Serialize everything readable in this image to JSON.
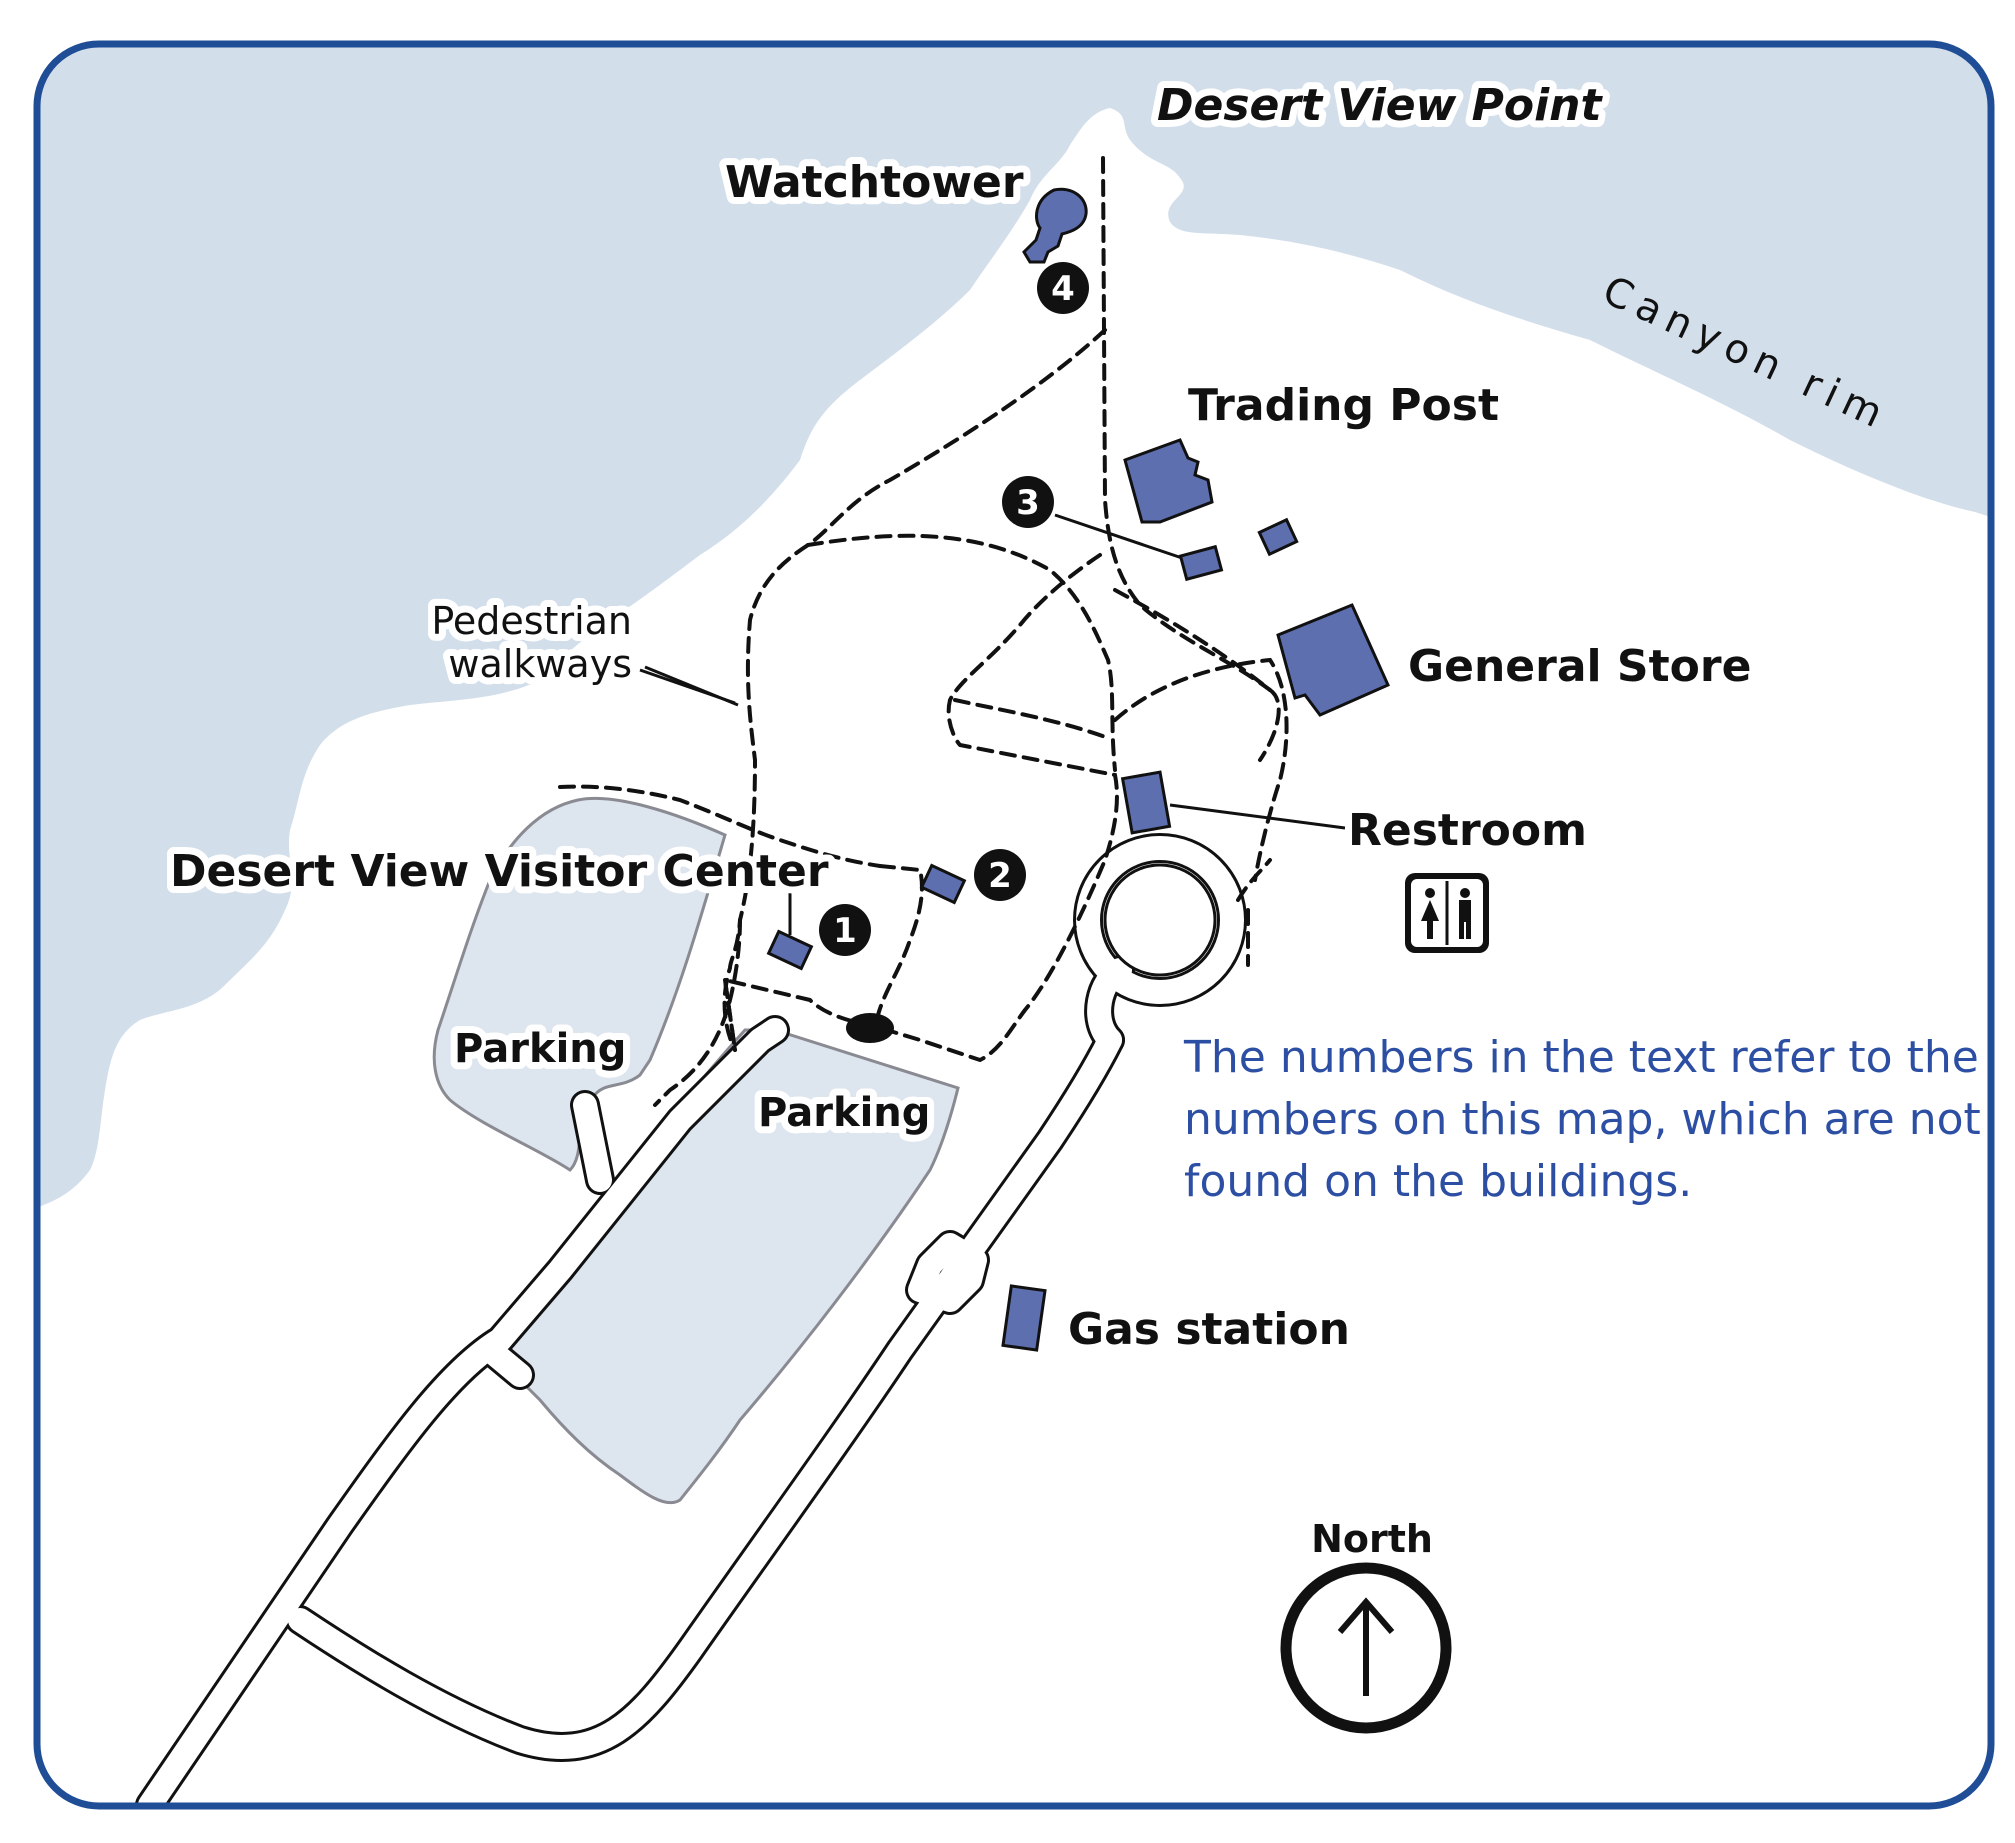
{
  "colors": {
    "frame": "#1f4e96",
    "canyon": "#d3deeb",
    "parking": "#dde5ef",
    "building": "#5d6fae",
    "note_text": "#2d4fa3"
  },
  "labels": {
    "desert_view_point": "Desert View Point",
    "watchtower": "Watchtower",
    "canyon_rim": "Canyon rim",
    "trading_post": "Trading Post",
    "general_store": "General Store",
    "restroom": "Restroom",
    "visitor_center": "Desert View Visitor Center",
    "pedestrian_line1": "Pedestrian",
    "pedestrian_line2": "walkways",
    "parking_west": "Parking",
    "parking_east": "Parking",
    "gas_station": "Gas station",
    "north": "North"
  },
  "markers": [
    "1",
    "2",
    "3",
    "4"
  ],
  "note": {
    "line1": "The numbers in the text refer to the",
    "line2": "numbers on this map, which are not",
    "line3": "found on the buildings."
  },
  "icons": {
    "restroom": "restroom-icon",
    "north": "north-arrow-icon",
    "watchtower": "watchtower-icon"
  }
}
